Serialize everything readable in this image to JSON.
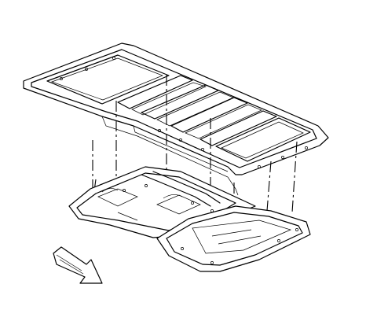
{
  "diagram": {
    "description_visible_text": "",
    "parts": [
      {
        "id": "roof-panel-assembly"
      },
      {
        "id": "floor-panel-assembly"
      },
      {
        "id": "rear-floor-panel"
      },
      {
        "id": "front-direction-arrow"
      }
    ]
  }
}
